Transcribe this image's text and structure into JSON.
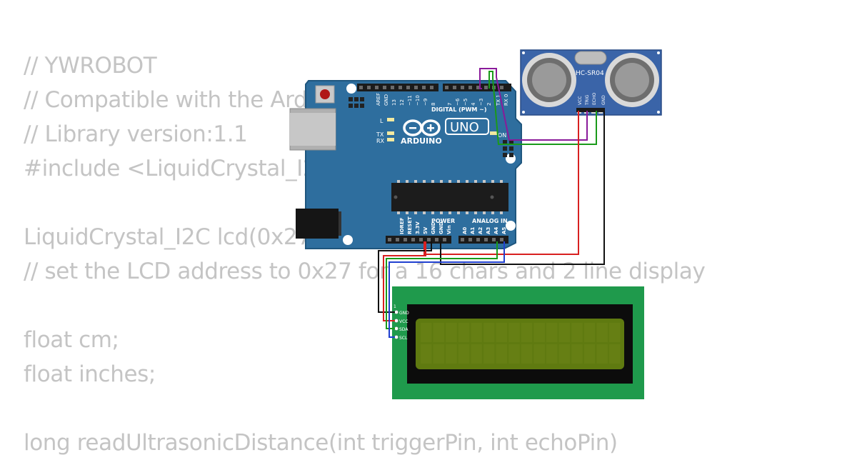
{
  "code_lines": [
    "// YWROBOT",
    "// Compatible with the Arduino IDE 1.0",
    "// Library version:1.1",
    "#include <LiquidCrystal_I2C.h>",
    "",
    "LiquidCrystal_I2C lcd(0x27,16,2);",
    "// set the LCD address to 0x27 for a 16 chars and 2 line display",
    "",
    "float cm;",
    "float inches;",
    "",
    "long readUltrasonicDistance(int triggerPin, int echoPin)"
  ],
  "arduino": {
    "brand": "ARDUINO",
    "model": "UNO",
    "digital_header": "DIGITAL (PWM ~)",
    "power_header": "POWER",
    "analog_header": "ANALOG IN",
    "on_label": "ON",
    "led_labels": [
      "L",
      "TX",
      "RX"
    ],
    "top_pins": [
      "AREF",
      "GND",
      "13",
      "12",
      "~11",
      "~10",
      "~9",
      "8",
      "7",
      "~6",
      "~5",
      "4",
      "~3",
      "2",
      "TX 1",
      "RX 0"
    ],
    "bottom_pins": [
      "IOREF",
      "RESET",
      "3.3V",
      "5V",
      "GND",
      "GND",
      "Vin",
      "A0",
      "A1",
      "A2",
      "A3",
      "A4",
      "A5"
    ]
  },
  "sensor": {
    "name": "HC-SR04",
    "pins": [
      "VCC",
      "TRIG",
      "ECHO",
      "GND"
    ]
  },
  "lcd": {
    "index_label": "1",
    "pins": [
      "GND",
      "VCC",
      "SDA",
      "SCL"
    ]
  },
  "colors": {
    "code_text": "#c4c4c4",
    "board": "#2e6e9e",
    "board_dark": "#1f567e",
    "sensor_board": "#3a64a8",
    "lcd_pcb": "#1f9a4c",
    "lcd_screen": "#5f7a10",
    "wire_red": "#d82020",
    "wire_black": "#111111",
    "wire_green": "#1a9a1a",
    "wire_blue": "#2040d0",
    "wire_purple": "#8a1a9a"
  }
}
